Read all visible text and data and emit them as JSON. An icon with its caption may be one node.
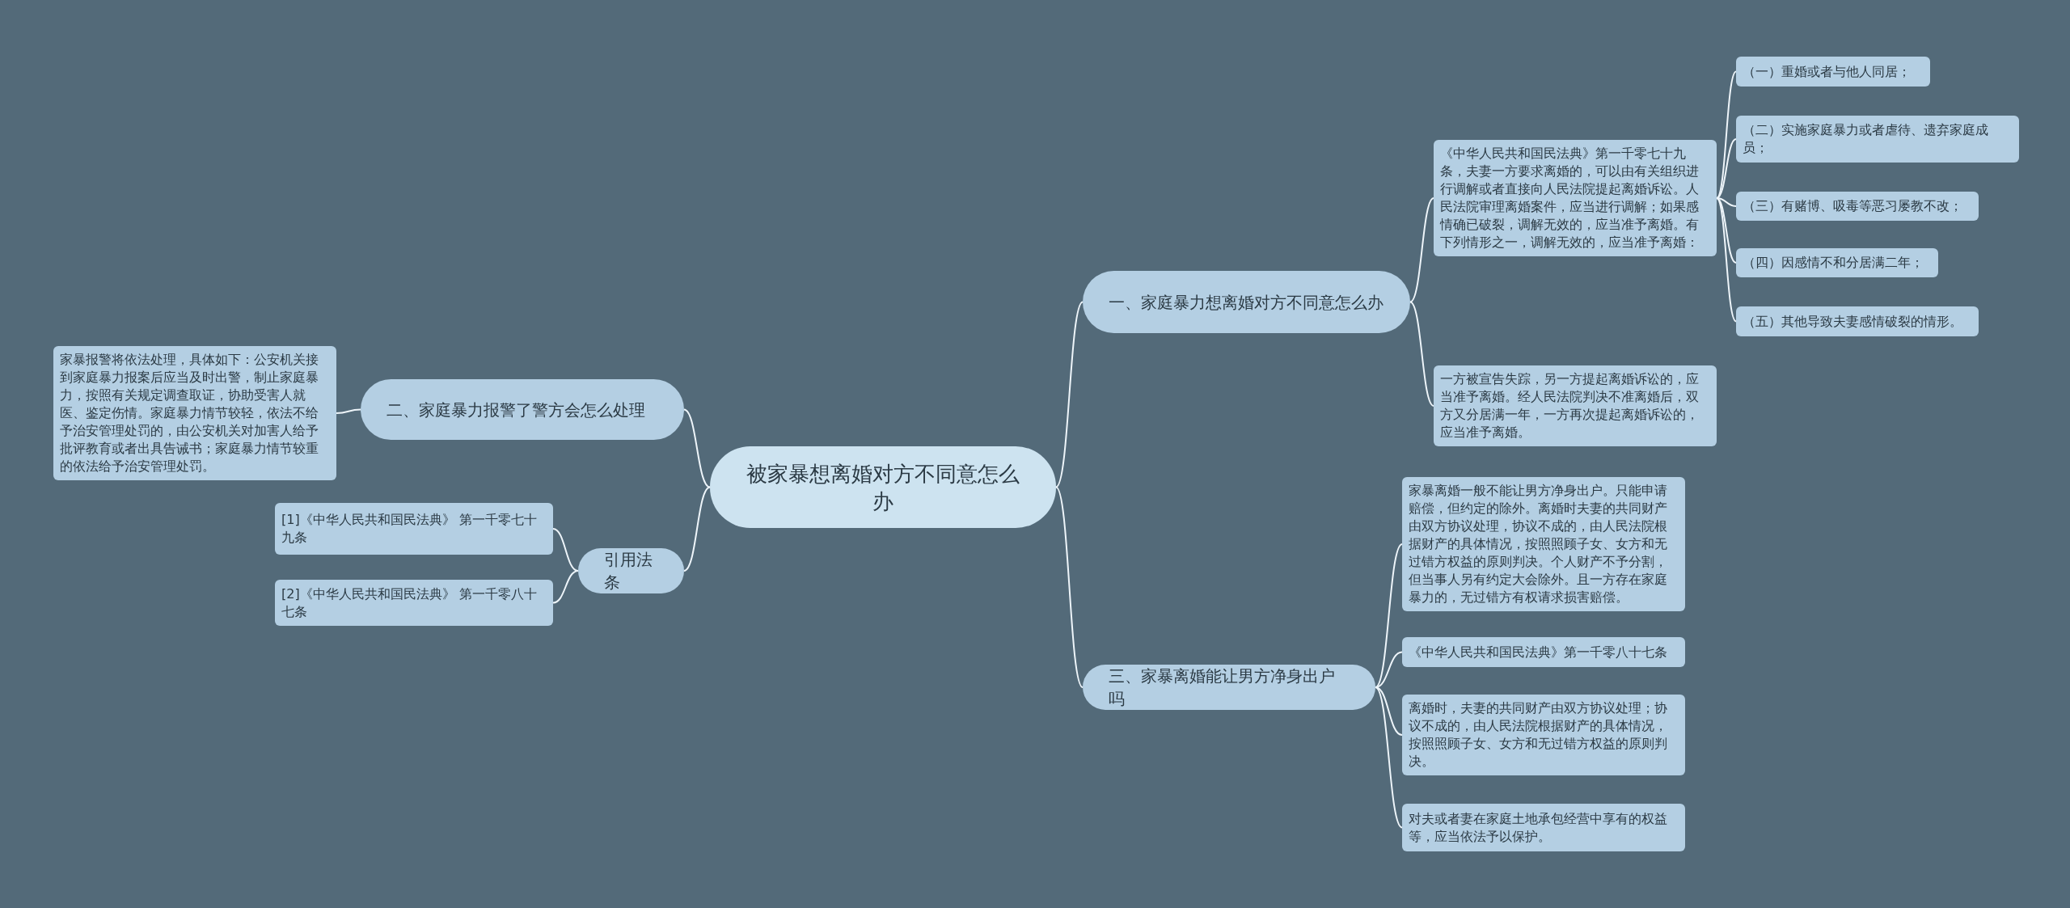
{
  "diagram": {
    "nodes": [
      {
        "text": [
          "被家暴想离婚对方不同意怎么办"
        ]
      },
      {
        "text": [
          "一、家庭暴力想离婚对方不同意怎么办"
        ]
      },
      {
        "text": [
          "《中华人民共和国民法典》第一千零七十九条，夫妻一方要求离婚的，可以由有关组织进行调解或者直接向人民法院提起离婚诉讼。人民法院审理离婚案件，应当进行调解；如果感情确已破裂，调解无效的，应当准予离婚。有下列情形之一，调解无效的，应当准予离婚："
        ]
      },
      {
        "text": [
          "（一）重婚或者与他人同居；"
        ]
      },
      {
        "text": [
          "（二）实施家庭暴力或者虐待、遗弃家庭成员；"
        ]
      },
      {
        "text": [
          "（三）有赌博、吸毒等恶习屡教不改；"
        ]
      },
      {
        "text": [
          "（四）因感情不和分居满二年；"
        ]
      },
      {
        "text": [
          "（五）其他导致夫妻感情破裂的情形。"
        ]
      },
      {
        "text": [
          "一方被宣告失踪，另一方提起离婚诉讼的，应当准予离婚。经人民法院判决不准离婚后，双方又分居满一年，一方再次提起离婚诉讼的，应当准予离婚。"
        ]
      },
      {
        "text": [
          "二、家庭暴力报警了警方会怎么处理"
        ]
      },
      {
        "text": [
          "家暴报警将依法处理，具体如下：公安机关接到家庭暴力报案后应当及时出警，制止家庭暴力，按照有关规定调查取证，协助受害人就医、鉴定伤情。家庭暴力情节较轻，依法不给予治安管理处罚的，由公安机关对加害人给予批评教育或者出具告诫书；家庭暴力情节较重的依法给予治安管理处罚。"
        ]
      },
      {
        "text": [
          "引用法条"
        ]
      },
      {
        "text": [
          "[1]《中华人民共和国民法典》 第一千零七十九条"
        ]
      },
      {
        "text": [
          "[2]《中华人民共和国民法典》 第一千零八十七条"
        ]
      },
      {
        "text": [
          "三、家暴离婚能让男方净身出户吗"
        ]
      },
      {
        "text": [
          "家暴离婚一般不能让男方净身出户。只能申请赔偿，但约定的除外。离婚时夫妻的共同财产由双方协议处理，协议不成的，由人民法院根据财产的具体情况，按照照顾子女、女方和无过错方权益的原则判决。个人财产不予分割，但当事人另有约定大会除外。且一方存在家庭暴力的，无过错方有权请求损害赔偿。"
        ]
      },
      {
        "text": [
          "《中华人民共和国民法典》第一千零八十七条"
        ]
      },
      {
        "text": [
          "离婚时，夫妻的共同财产由双方协议处理；协议不成的，由人民法院根据财产的具体情况，按照照顾子女、女方和无过错方权益的原则判决。"
        ]
      },
      {
        "text": [
          "对夫或者妻在家庭土地承包经营中享有的权益等，应当依法予以保护。"
        ]
      }
    ],
    "edges": [
      {
        "from": 0,
        "to": 1,
        "arrow": "none"
      },
      {
        "from": 1,
        "to": 2,
        "arrow": "none"
      },
      {
        "from": 2,
        "to": 3,
        "arrow": "none"
      },
      {
        "from": 2,
        "to": 4,
        "arrow": "none"
      },
      {
        "from": 2,
        "to": 5,
        "arrow": "none"
      },
      {
        "from": 2,
        "to": 6,
        "arrow": "none"
      },
      {
        "from": 2,
        "to": 7,
        "arrow": "none"
      },
      {
        "from": 1,
        "to": 8,
        "arrow": "none"
      },
      {
        "from": 0,
        "to": 9,
        "arrow": "none"
      },
      {
        "from": 9,
        "to": 10,
        "arrow": "none"
      },
      {
        "from": 0,
        "to": 11,
        "arrow": "none"
      },
      {
        "from": 11,
        "to": 12,
        "arrow": "none"
      },
      {
        "from": 11,
        "to": 13,
        "arrow": "none"
      },
      {
        "from": 0,
        "to": 14,
        "arrow": "none"
      },
      {
        "from": 14,
        "to": 15,
        "arrow": "none"
      },
      {
        "from": 14,
        "to": 16,
        "arrow": "none"
      },
      {
        "from": 14,
        "to": 17,
        "arrow": "none"
      },
      {
        "from": 14,
        "to": 18,
        "arrow": "none"
      }
    ]
  }
}
